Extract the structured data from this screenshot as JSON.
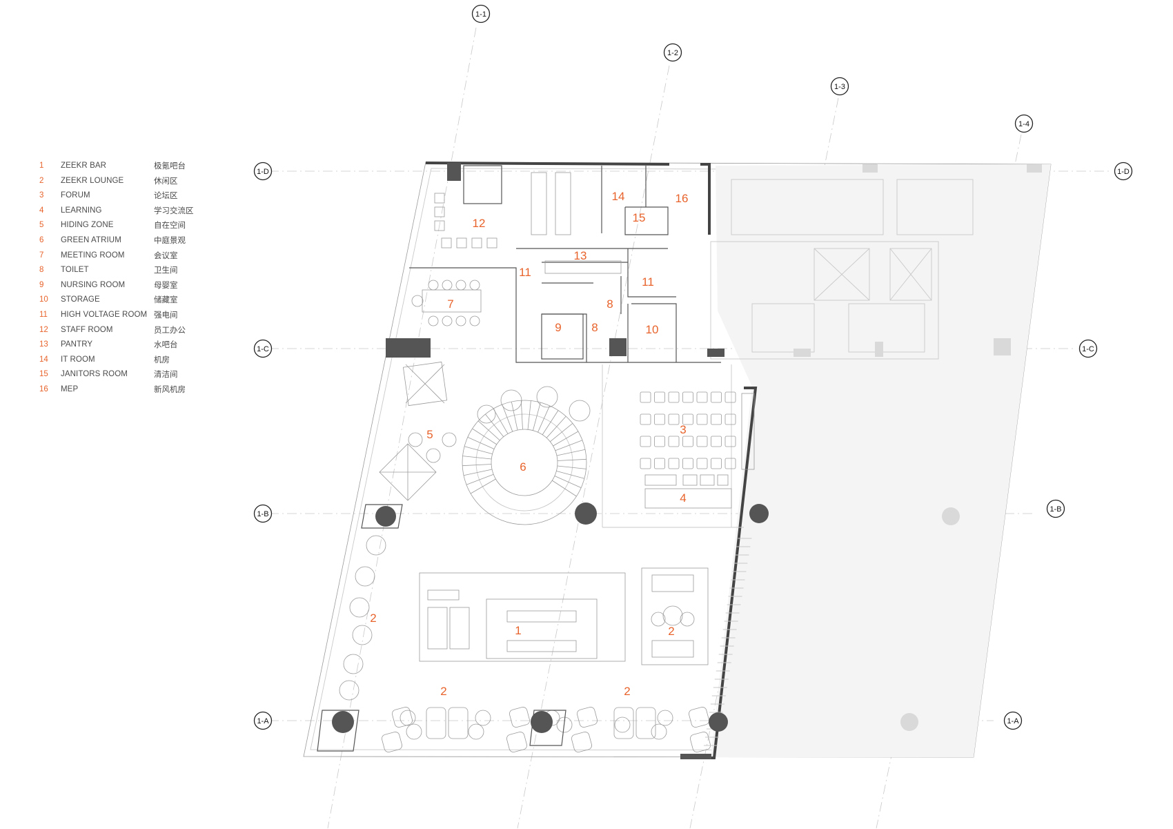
{
  "legend": [
    {
      "num": "1",
      "en": "ZEEKR BAR",
      "cn": "极氪吧台"
    },
    {
      "num": "2",
      "en": "ZEEKR LOUNGE",
      "cn": "休闲区"
    },
    {
      "num": "3",
      "en": "FORUM",
      "cn": "论坛区"
    },
    {
      "num": "4",
      "en": "LEARNING",
      "cn": "学习交流区"
    },
    {
      "num": "5",
      "en": "HIDING ZONE",
      "cn": "自在空间"
    },
    {
      "num": "6",
      "en": "GREEN ATRIUM",
      "cn": "中庭景观"
    },
    {
      "num": "7",
      "en": "MEETING ROOM",
      "cn": "会议室"
    },
    {
      "num": "8",
      "en": "TOILET",
      "cn": "卫生间"
    },
    {
      "num": "9",
      "en": "NURSING ROOM",
      "cn": "母婴室"
    },
    {
      "num": "10",
      "en": "STORAGE",
      "cn": "储藏室"
    },
    {
      "num": "11",
      "en": "HIGH VOLTAGE ROOM",
      "cn": "强电间"
    },
    {
      "num": "12",
      "en": "STAFF ROOM",
      "cn": "员工办公"
    },
    {
      "num": "13",
      "en": "PANTRY",
      "cn": "水吧台"
    },
    {
      "num": "14",
      "en": "IT ROOM",
      "cn": "机房"
    },
    {
      "num": "15",
      "en": "JANITORS ROOM",
      "cn": "清洁间"
    },
    {
      "num": "16",
      "en": "MEP",
      "cn": "新风机房"
    }
  ],
  "grid_bubbles": {
    "c1_1": "1-1",
    "c1_2": "1-2",
    "c1_3": "1-3",
    "c1_4": "1-4",
    "d_left": "1-D",
    "d_right": "1-D",
    "c_left": "1-C",
    "c_right": "1-C",
    "b_left": "1-B",
    "b_right": "1-B",
    "a_left": "1-A",
    "a_right": "1-A"
  },
  "room_labels": {
    "r1": "1",
    "r2a": "2",
    "r2b": "2",
    "r2c": "2",
    "r2d": "2",
    "r3": "3",
    "r4": "4",
    "r5": "5",
    "r6": "6",
    "r7": "7",
    "r8a": "8",
    "r8b": "8",
    "r9": "9",
    "r10": "10",
    "r11a": "11",
    "r11b": "11",
    "r12": "12",
    "r13": "13",
    "r14": "14",
    "r15": "15",
    "r16": "16"
  },
  "colors": {
    "accent": "#e8632b",
    "text": "#4a4a4a",
    "wall": "#555555",
    "column": "#555555",
    "ghost_column": "#d9d9d9"
  }
}
